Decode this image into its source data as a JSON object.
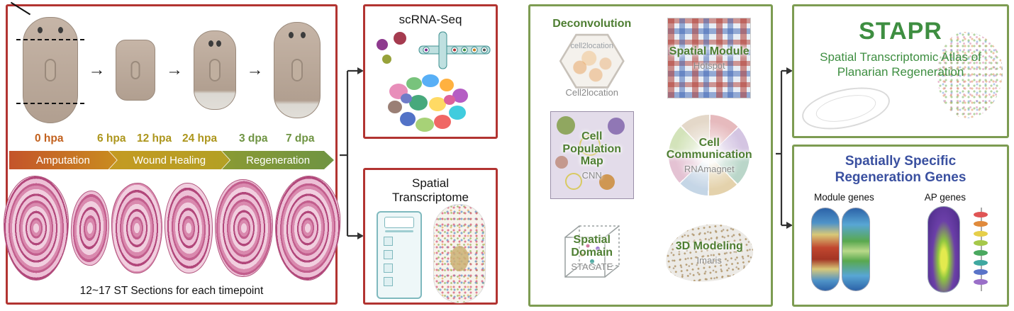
{
  "colors": {
    "red_border": "#b23431",
    "green_border": "#7d9c52",
    "timepoint_orange": "#c2611e",
    "timepoint_olive": "#ad961d",
    "timepoint_green": "#6f9443",
    "phase_amputation": "#c4542a",
    "phase_wound_healing": "#b3a024",
    "phase_regeneration": "#6f9443",
    "stapr_green": "#3e8e41",
    "genes_blue": "#3a50a0",
    "method_title_green": "#4e7e32"
  },
  "icons": {
    "arrow_right": "→"
  },
  "experiment": {
    "timepoints": [
      "0 hpa",
      "6 hpa",
      "12 hpa",
      "24 hpa",
      "3 dpa",
      "7 dpa"
    ],
    "phases": [
      "Amputation",
      "Wound Healing",
      "Regeneration"
    ],
    "caption": "12~17 ST Sections for each timepoint"
  },
  "assays": {
    "scrna_title": "scRNA-Seq",
    "spatial_title": "Spatial Transcriptome"
  },
  "methods": {
    "items": [
      {
        "title": "Deconvolution",
        "tool": "Cell2location",
        "logo_text": "cell2location"
      },
      {
        "title": "Spatial Module",
        "tool": "Hotspot"
      },
      {
        "title": "Cell Population Map",
        "tool": "CNN"
      },
      {
        "title": "Cell Communication",
        "tool": "RNAmagnet"
      },
      {
        "title": "Spatial Domain",
        "tool": "STAGATE"
      },
      {
        "title": "3D Modeling",
        "tool": "Imaris"
      }
    ]
  },
  "outputs": {
    "stapr": {
      "title": "STAPR",
      "subtitle": "Spatial Transcriptomic Atlas of Planarian Regeneration"
    },
    "genes": {
      "title": "Spatially Specific Regeneration Genes",
      "module_label": "Module genes",
      "ap_label": "AP genes"
    }
  }
}
